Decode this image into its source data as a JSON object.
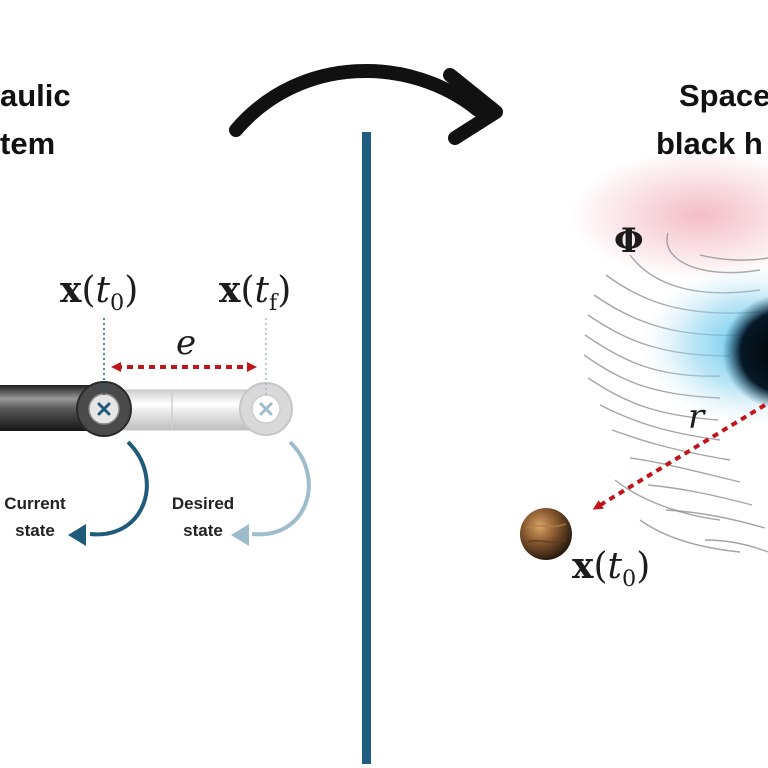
{
  "left_panel": {
    "title_line1": "aulic",
    "title_line2": "tem",
    "x_initial": {
      "symbol": "x",
      "var": "t",
      "sub": "0"
    },
    "x_final": {
      "symbol": "x",
      "var": "t",
      "sub": "f"
    },
    "error_label": "e",
    "current_state": {
      "line1": "Current",
      "line2": "state"
    },
    "desired_state": {
      "line1": "Desired",
      "line2": "state"
    }
  },
  "right_panel": {
    "title_line1": "Space",
    "title_line2": "black h",
    "phi_label": "Φ",
    "radius_label": "r",
    "x_initial": {
      "symbol": "x",
      "var": "t",
      "sub": "0"
    }
  },
  "colors": {
    "divider": "#1f5e80",
    "error_arrow": "#c0161b",
    "current_arrow": "#205a79",
    "desired_arrow": "#9fbccc"
  }
}
